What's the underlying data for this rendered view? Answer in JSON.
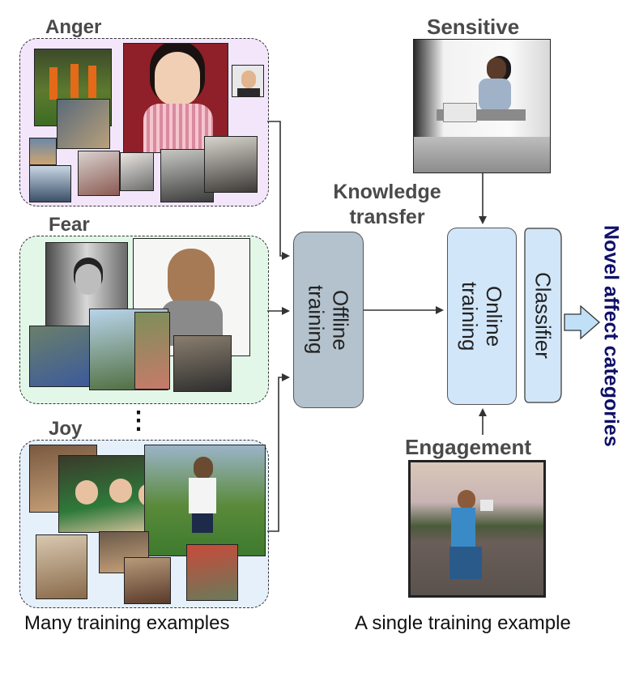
{
  "groups": {
    "anger": {
      "label": "Anger"
    },
    "fear": {
      "label": "Fear"
    },
    "joy": {
      "label": "Joy"
    }
  },
  "ellipsis": "⋮",
  "caption_left": "Many training examples",
  "caption_right": "A single training example",
  "blocks": {
    "offline": "Offline\ntraining",
    "online": "Online\ntraining",
    "classifier": "Classifier"
  },
  "knowledge_transfer": "Knowledge\ntransfer",
  "sensitive": {
    "label": "Sensitive"
  },
  "engagement": {
    "label": "Engagement"
  },
  "novel_label": "Novel affect categories",
  "colors": {
    "anger_bg": "#f3e6fb",
    "fear_bg": "#e3f7e8",
    "joy_bg": "#e5f0fb",
    "offline_block": "#b3c2cc",
    "online_block": "#d2e6f9",
    "novel_text": "#10106a",
    "output_arrow": "#bfe0f6"
  }
}
